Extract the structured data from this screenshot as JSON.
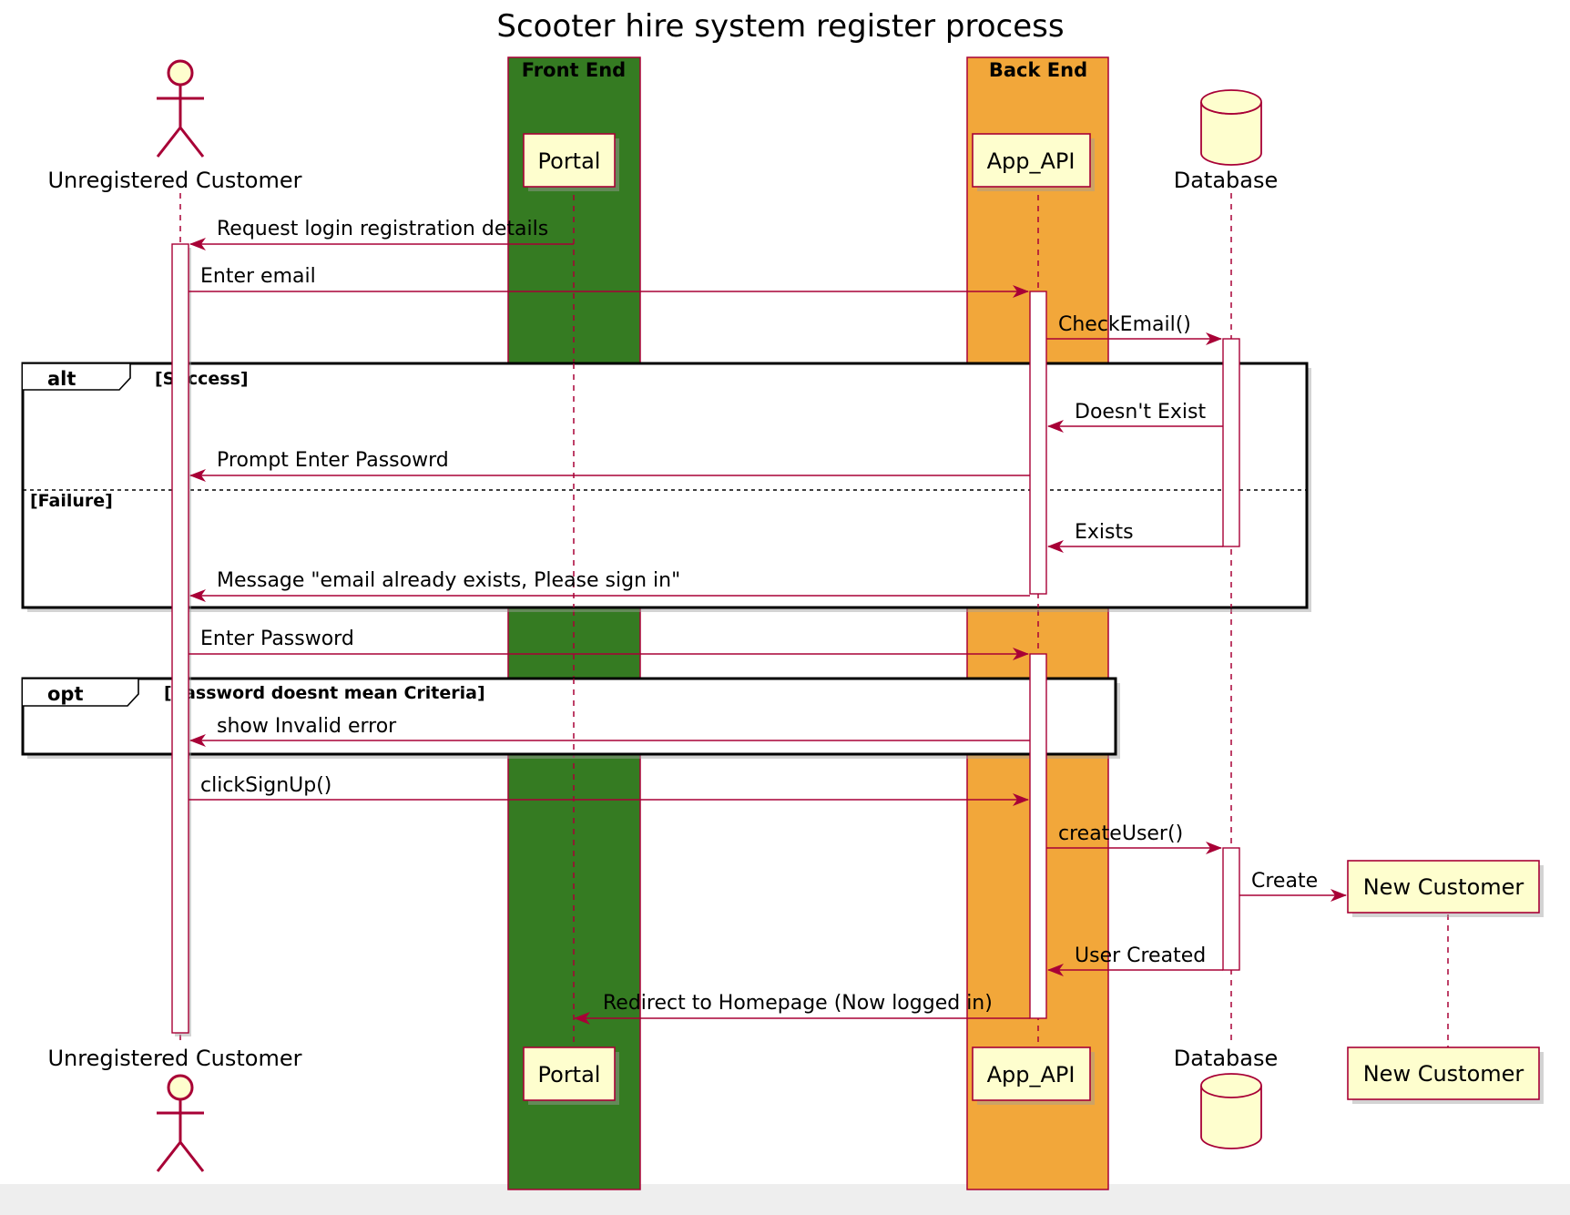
{
  "title": "Scooter hire system register process",
  "colors": {
    "line": "#A80036",
    "participant_fill": "#FEFECE",
    "front_end_box": "#357B22",
    "back_end_box": "#F2A73A"
  },
  "boxes": {
    "front_end": "Front End",
    "back_end": "Back End"
  },
  "participants": {
    "customer": "Unregistered Customer",
    "portal": "Portal",
    "app_api": "App_API",
    "database": "Database",
    "new_customer": "New Customer"
  },
  "fragments": {
    "alt": {
      "keyword": "alt",
      "guard": "[Success]",
      "else_guard": "[Failure]"
    },
    "opt": {
      "keyword": "opt",
      "guard": "[Password doesnt mean Criteria]"
    }
  },
  "messages": {
    "m1": "Request login registration details",
    "m2": "Enter email",
    "m3": "CheckEmail()",
    "m4": "Doesn't Exist",
    "m5": "Prompt Enter Passowrd",
    "m6": "Exists",
    "m7": "Message \"email already exists, Please sign in\"",
    "m8": "Enter Password",
    "m9": "show Invalid error",
    "m10": "clickSignUp()",
    "m11": "createUser()",
    "m12": "Create",
    "m13": "User Created",
    "m14": "Redirect to Homepage (Now logged in)"
  }
}
